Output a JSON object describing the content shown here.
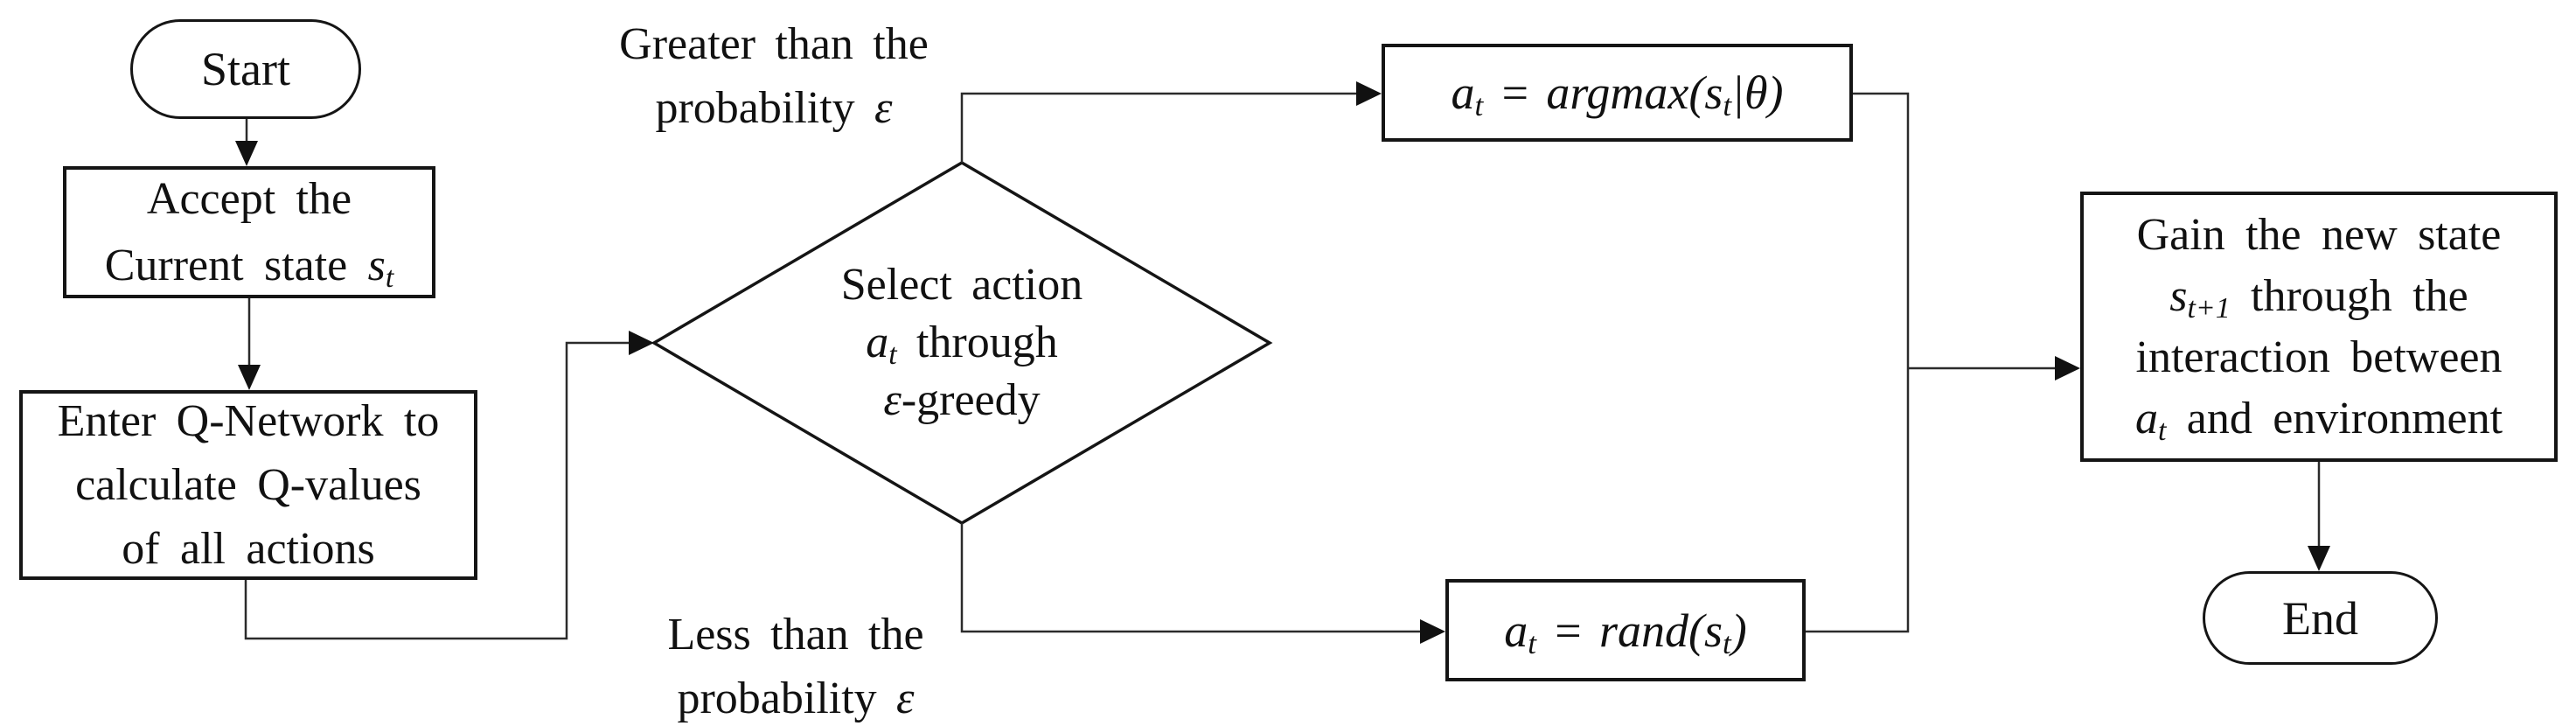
{
  "flowchart": {
    "nodes": {
      "start": {
        "label": "Start"
      },
      "accept": {
        "line1": "Accept the",
        "line2_pre": "Current state ",
        "line2_var": "s",
        "line2_sub": "t"
      },
      "enter": {
        "line1": "Enter Q-Network to",
        "line2": "calculate Q-values",
        "line3": "of all actions"
      },
      "decision": {
        "line1": "Select action",
        "line2_var": "a",
        "line2_sub": "t",
        "line2_post": " through",
        "line3_var": "ε",
        "line3_post": "-greedy"
      },
      "argmax": {
        "var1": "a",
        "sub1": "t",
        "mid": " = argmax(",
        "var2": "s",
        "sub2": "t",
        "post": "|θ)"
      },
      "rand": {
        "var1": "a",
        "sub1": "t",
        "mid": " = rand(",
        "var2": "s",
        "sub2": "t",
        "post": ")"
      },
      "gain": {
        "line1": "Gain the new state",
        "line2_var": "s",
        "line2_sub": "t+1",
        "line2_post": " through the",
        "line3": "interaction between",
        "line4_var": "a",
        "line4_sub": "t",
        "line4_post": " and environment"
      },
      "end": {
        "label": "End"
      }
    },
    "edge_labels": {
      "greater_line1": "Greater than the",
      "greater_line2_pre": "probability ",
      "greater_line2_var": "ε",
      "less_line1": "Less than the",
      "less_line2_pre": "probability ",
      "less_line2_var": "ε"
    },
    "colors": {
      "background": "#ffffff",
      "border": "#151515",
      "connector": "#2b2b2b",
      "text": "#111111"
    }
  }
}
